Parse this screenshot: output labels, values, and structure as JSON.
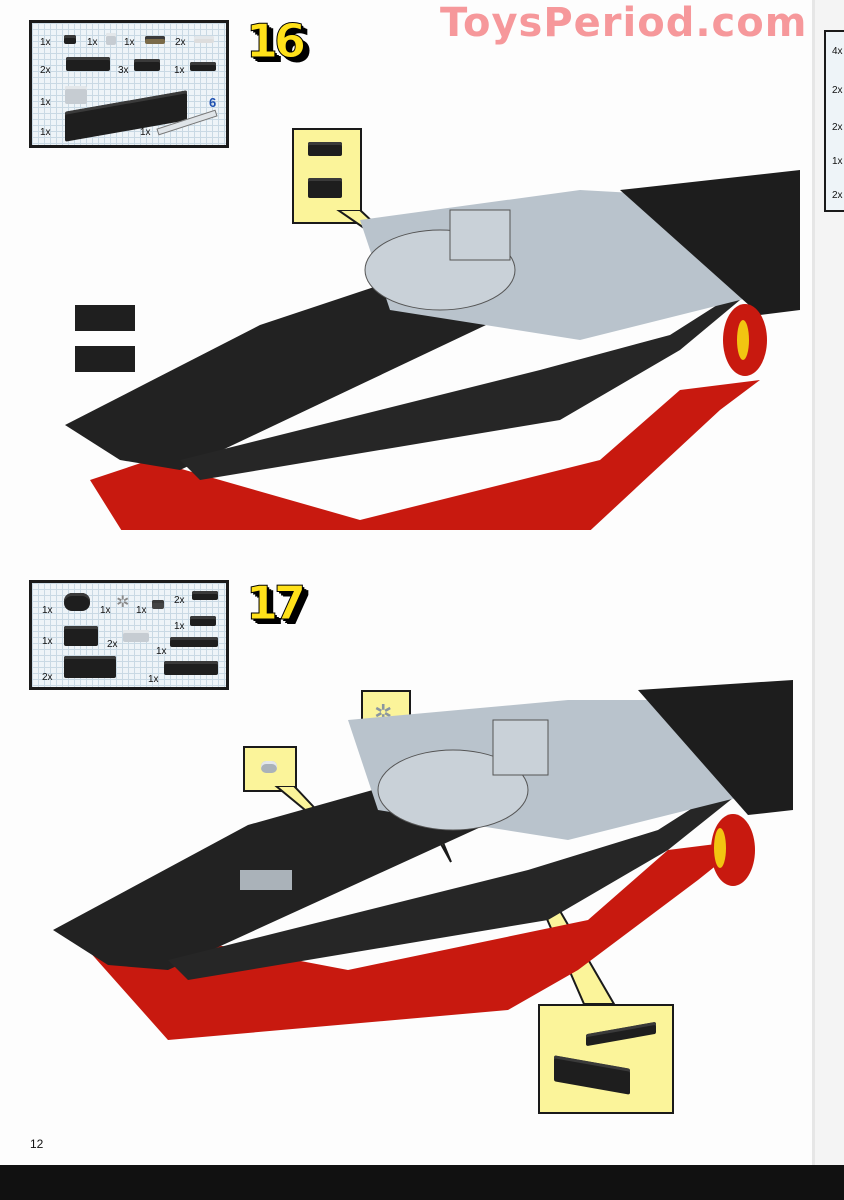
{
  "watermark": "ToysPeriod.com",
  "page_number": "12",
  "steps": [
    {
      "number": "16",
      "parts_list": [
        {
          "qty": "1x",
          "part": "black bush / half pin"
        },
        {
          "qty": "1x",
          "part": "grey pin connector"
        },
        {
          "qty": "1x",
          "part": "tan friction pin connector"
        },
        {
          "qty": "2x",
          "part": "black pin with stop"
        },
        {
          "qty": "2x",
          "part": "black plate 2x3"
        },
        {
          "qty": "3x",
          "part": "black plate 2x2 corner"
        },
        {
          "qty": "1x",
          "part": "black plate 1x2"
        },
        {
          "qty": "1x",
          "part": "grey technic brick 1x2"
        },
        {
          "qty": "1x",
          "part": "black technic brick 1x12"
        },
        {
          "qty": "1x",
          "part": "axle",
          "length": "6"
        }
      ],
      "callouts": [
        {
          "content": "black plates 2x2 stacked onto corner plate"
        }
      ]
    },
    {
      "number": "17",
      "parts_list": [
        {
          "qty": "1x",
          "part": "black tyre / bush"
        },
        {
          "qty": "1x",
          "part": "grey gear 8 tooth"
        },
        {
          "qty": "1x",
          "part": "grey pin connector"
        },
        {
          "qty": "2x",
          "part": "black plate 1x2"
        },
        {
          "qty": "1x",
          "part": "black plate 1x3"
        },
        {
          "qty": "1x",
          "part": "black slope brick"
        },
        {
          "qty": "2x",
          "part": "grey plate 2x2 with holes"
        },
        {
          "qty": "1x",
          "part": "black plate 1x6"
        },
        {
          "qty": "2x",
          "part": "black technic brick 1x4"
        },
        {
          "qty": "1x",
          "part": "black plate 2x6"
        }
      ],
      "callouts": [
        {
          "content": "grey pin connector"
        },
        {
          "content": "grey 8-tooth gear"
        },
        {
          "content": "black plate 1x4 onto plate 2x4"
        }
      ]
    }
  ],
  "next_page_parts_edge": [
    "4x",
    "2x",
    "2x",
    "1x",
    "2x"
  ],
  "colors": {
    "watermark": "#f6989b",
    "step_number": "#ffe11a",
    "callout_bg": "#fbf49a",
    "brick_black": "#1e1e1e",
    "brick_red": "#c8190f",
    "brick_grey": "#c6ccd2"
  }
}
